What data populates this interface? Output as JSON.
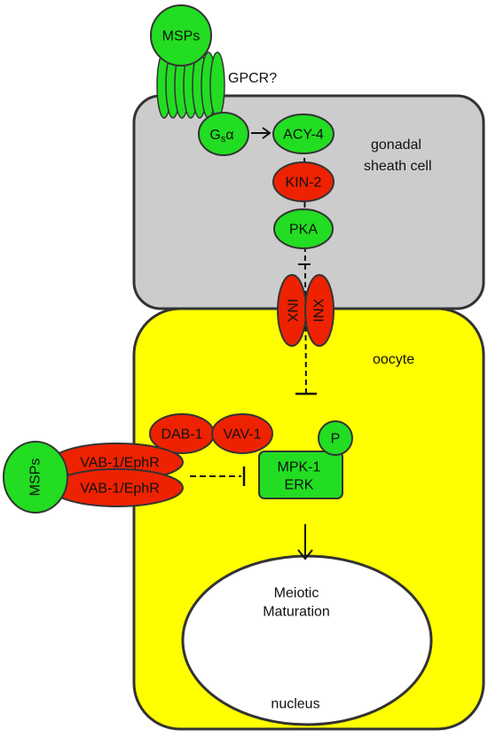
{
  "labels": {
    "msps_top": "MSPs",
    "gpcr": "GPCR?",
    "gsa_main": "G",
    "gsa_sub": "s",
    "gsa_alpha": "α",
    "acy4": "ACY-4",
    "kin2": "KIN-2",
    "pka": "PKA",
    "inx": "INX",
    "sheath_line1": "gonadal",
    "sheath_line2": "sheath cell",
    "oocyte": "oocyte",
    "dab1": "DAB-1",
    "vav1": "VAV-1",
    "p": "P",
    "mpk1": "MPK-1",
    "erk": "ERK",
    "msps_left": "MSPs",
    "vab1_top": "VAB-1/EphR",
    "vab1_bottom": "VAB-1/EphR",
    "meiotic": "Meiotic",
    "maturation": "Maturation",
    "nucleus": "nucleus"
  },
  "colors": {
    "green": "#22dd22",
    "red": "#ee2200",
    "sheath_fill": "#cccccc",
    "oocyte_fill": "#ffff00",
    "outline": "#333333"
  }
}
